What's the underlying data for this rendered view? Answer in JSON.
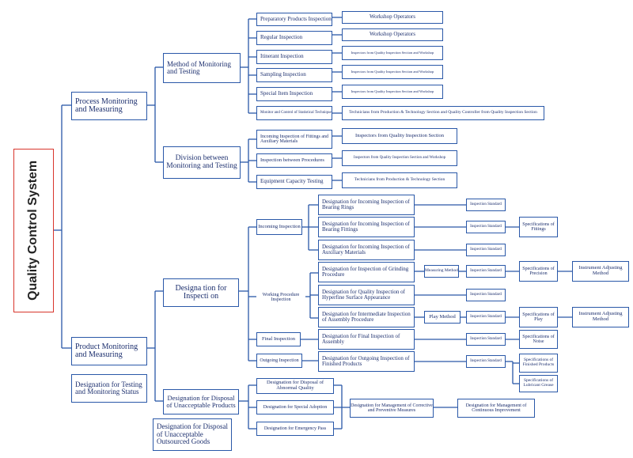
{
  "diagram": {
    "root": "Quality Control System",
    "process_monitoring": "Process Monitoring and Measuring",
    "product_monitoring": "Product Monitoring and Measuring",
    "designation_testing_status": "Designation for Testing and Monitoring Status",
    "designation_outsourced": "Designation for Disposal of Unacceptable Outsourced Goods",
    "method_monitoring": "Method of Monitoring and Testing",
    "division_monitoring": "Division between Monitoring and Testing",
    "designation_inspection": "Designa tion for Inspecti on",
    "designation_disposal": "Designation for Disposal of Unacceptable Products",
    "preparatory_inspection": "Preparatory Products Inspection",
    "regular_inspection": "Regular Inspection",
    "itinerant_inspection": "Itinerant Inspection",
    "sampling_inspection": "Sampling Inspection",
    "special_item_inspection": "Special Item Inspection",
    "statistical_technique": "Monitor and Control of Statistical Technique",
    "workshop_operators_1": "Workshop Operators",
    "workshop_operators_2": "Workshop Operators",
    "inspectors_qis_workshop_1": "Inspectors from Quality Inspection Section and Workshop",
    "inspectors_qis_workshop_2": "Inspectors from Quality Inspection Section and Workshop",
    "inspectors_qis_workshop_3": "Inspectors from Quality Inspection Section and Workshop",
    "technicians_prod_tech_qc": "Technicians from Production & Technology Section and Quality Controller from Quality Inspection Section",
    "incoming_fittings": "Incoming Inspection of Fittings and Auxiliary Materials",
    "inspection_between_procedures": "Inspection between Procedures",
    "equipment_capacity_testing": "Equipment Capacity Testing",
    "inspectors_qis": "Inspectors from Quality Inspection Section",
    "inspectors_qis_workshop_4": "Inspectors from Quality Inspection Section and Workshop",
    "technicians_prod_tech": "Technicians from Production & Technology Section",
    "incoming_inspection": "Incoming Inspection",
    "working_procedure_inspection": "Working Procedure Inspection",
    "final_inspection": "Final Inspection",
    "outgoing_inspection": "Outgoing Inspection",
    "des_bearing_rings": "Designation for Incoming Inspection of Bearing Rings",
    "des_bearing_fittings": "Designation for Incoming Inspection of Bearing Fittings",
    "des_auxiliary_materials": "Designation for Incoming Inspection of Auxiliary Materials",
    "des_grinding": "Designation for Inspection of Grinding Procedure",
    "des_hyperfine": "Designation for Quality Inspection of Hyperfine Surface Appearance",
    "des_intermediate": "Designation for Intermediate Inspection of Assembly Procedure",
    "des_final_assembly": "Designation for Final Inspection of Assembly",
    "des_outgoing_finished": "Designation for Outgoing Inspection of Finished Products",
    "measuring_method": "Measuring Method",
    "play_method": "Play Method",
    "inspection_standard": "Inspection Standard",
    "spec_fittings": "Specifications of Fittings",
    "spec_precision": "Specifications of Precision",
    "spec_play": "Specifications of Play",
    "spec_noise": "Specifications of Noise",
    "spec_finished": "Specifications of Finished Products",
    "spec_grease": "Specifications of Lubricant Grease",
    "instrument_adjusting": "Instrument Adjusting Method",
    "disposal_abnormal": "Designation for Disposal of Abnormal Quality",
    "special_adoption": "Designation for Special Adoption",
    "emergency_pass": "Designation for Emergency Pass",
    "corrective_preventive": "Designation for Management of Corrective and Preventive Measures",
    "continuous_improvement": "Designation for Management of Continuous Improvement"
  },
  "colors": {
    "box_border": "#2a58a8",
    "line": "#2a58a8",
    "root_border": "#d8352c",
    "text": "#1c2f6e"
  }
}
